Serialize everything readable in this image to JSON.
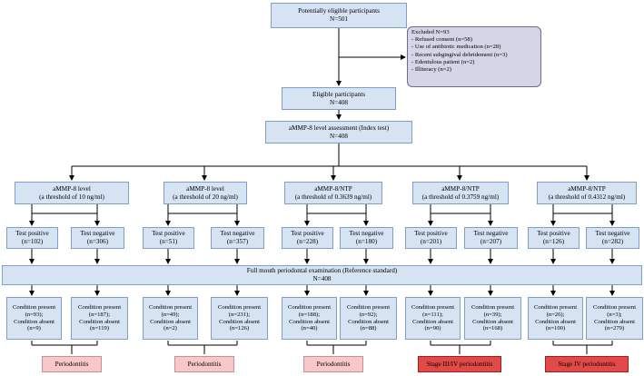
{
  "root": {
    "title": "Potentially eligible participants",
    "n": "N=501"
  },
  "excluded": {
    "title": "Excluded N=93",
    "items": [
      "- Refused consent (n=58)",
      "- Use of antibiotic medication (n=28)",
      "- Recent subgingival debridement (n=3)",
      "- Edentulous patient (n=2)",
      "- Illiteracy (n=2)"
    ]
  },
  "eligible": {
    "title": "Eligible participants",
    "n": "N=408"
  },
  "index_test": {
    "title": "aMMP-8 level assessment (Index test)",
    "n": "N=408"
  },
  "tests": [
    {
      "line1": "aMMP-8 level",
      "line2": "(a threshold of 10 ng/ml)",
      "positive": {
        "label": "Test positive",
        "n": "(n=102)"
      },
      "negative": {
        "label": "Test negative",
        "n": "(n=306)"
      },
      "pos_result": {
        "l1": "Condition present",
        "l2": "(n=93);",
        "l3": "Condition absent",
        "l4": "(n=9)"
      },
      "neg_result": {
        "l1": "Condition present",
        "l2": "(n=187);",
        "l3": "Condition absent",
        "l4": "(n=119)"
      },
      "outcome": "Periodontitis",
      "outcome_style": "pink"
    },
    {
      "line1": "aMMP-8 level",
      "line2": "(a threshold of 20 ng/ml)",
      "positive": {
        "label": "Test positive",
        "n": "(n=51)"
      },
      "negative": {
        "label": "Test negative",
        "n": "(n=357)"
      },
      "pos_result": {
        "l1": "Condition present",
        "l2": "(n=49);",
        "l3": "Condition absent",
        "l4": "(n=2)"
      },
      "neg_result": {
        "l1": "Condition present",
        "l2": "(n=231);",
        "l3": "Condition absent",
        "l4": "(n=126)"
      },
      "outcome": "Periodontitis",
      "outcome_style": "pink"
    },
    {
      "line1": "aMMP-8/NTP",
      "line2": "(a threshold of 0.3639 ng/ml)",
      "positive": {
        "label": "Test positive",
        "n": "(n=228)"
      },
      "negative": {
        "label": "Test negative",
        "n": "(n=180)"
      },
      "pos_result": {
        "l1": "Condition present",
        "l2": "(n=188);",
        "l3": "Condition absent",
        "l4": "(n=40)"
      },
      "neg_result": {
        "l1": "Condition present",
        "l2": "(n=92);",
        "l3": "Condition absent",
        "l4": "(n=88)"
      },
      "outcome": "Periodontitis",
      "outcome_style": "pink"
    },
    {
      "line1": "aMMP-8/NTP",
      "line2": "(a threshold of 0.3759 ng/ml)",
      "positive": {
        "label": "Test positive",
        "n": "(n=201)"
      },
      "negative": {
        "label": "Test negative",
        "n": "(n=207)"
      },
      "pos_result": {
        "l1": "Condition present",
        "l2": "(n=111);",
        "l3": "Condition absent",
        "l4": "(n=90)"
      },
      "neg_result": {
        "l1": "Condition present",
        "l2": "(n=39);",
        "l3": "Condition absent",
        "l4": "(n=168)"
      },
      "outcome": "Stage III/IV periodontitis",
      "outcome_style": "red"
    },
    {
      "line1": "aMMP-8/NTP",
      "line2": "(a threshold of 0.4312 ng/ml)",
      "positive": {
        "label": "Test positive",
        "n": "(n=126)"
      },
      "negative": {
        "label": "Test negative",
        "n": "(n=282)"
      },
      "pos_result": {
        "l1": "Condition present",
        "l2": "(n=26);",
        "l3": "Condition absent",
        "l4": "(n=100)"
      },
      "neg_result": {
        "l1": "Condition present",
        "l2": "(n=3);",
        "l3": "Condition absent",
        "l4": "(n=279)"
      },
      "outcome": "Stage IV periodontitis",
      "outcome_style": "red"
    }
  ],
  "reference": {
    "title": "Full mouth periodontal examination (Reference standard)",
    "n": "N=408"
  },
  "colors": {
    "box_fill": "#d5e3f3",
    "box_border": "#7f9fc7",
    "excluded_fill": "#d5d5e8",
    "outcome_pink": "#f7c8c8",
    "outcome_red": "#e24a4a"
  }
}
